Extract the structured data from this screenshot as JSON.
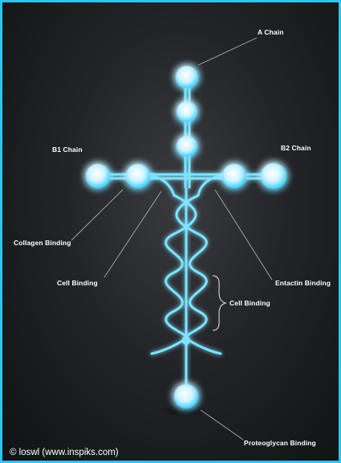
{
  "labels": {
    "a_chain": "A Chain",
    "b1_chain": "B1 Chain",
    "b2_chain": "B2 Chain",
    "collagen_binding": "Collagen Binding",
    "cell_binding_left": "Cell Binding",
    "entactin_binding": "Entactin Binding",
    "cell_binding_right": "Cell Binding",
    "proteoglycan_binding": "Proteoglycan Binding"
  },
  "credit": "© loswl (www.inspiks.com)",
  "colors": {
    "frame": "#2ec4f0",
    "glow": "#25c8ff",
    "node_core": "#e6f9ff",
    "background": "#1c1d20"
  }
}
